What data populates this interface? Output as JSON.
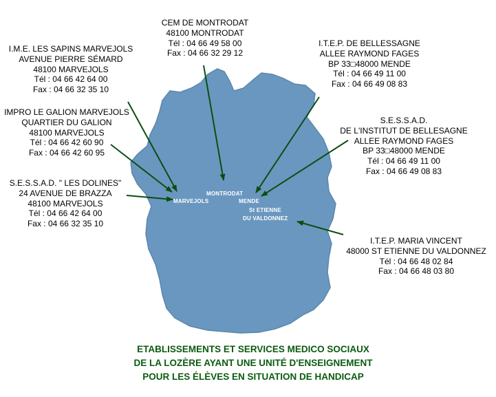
{
  "colors": {
    "map_fill": "#6a97bf",
    "map_stroke": "#5a87ad",
    "arrow": "#0b4d12",
    "title": "#0b5a10",
    "town_label": "#ffffff"
  },
  "towns": {
    "marvejols": "MARVEJOLS",
    "montrodat": "MONTRODAT",
    "mende": "MENDE",
    "st_etienne_1": "St ETIENNE",
    "st_etienne_2": "DU VALDONNEZ"
  },
  "establishments": {
    "cem_montrodat": [
      "CEM DE MONTRODAT",
      "48100 MONTRODAT",
      "Tél : 04 66 49 58 00",
      "Fax : 04 66 32 29 12"
    ],
    "ime_sapins": [
      "I.M.E. LES SAPINS MARVEJOLS",
      "AVENUE PIERRE SÉMARD",
      "48100 MARVEJOLS",
      "Tél : 04 66 42 64 00",
      "Fax : 04 66 32 35 10"
    ],
    "impro_galion": [
      "IMPRO LE GALION MARVEJOLS",
      "QUARTIER DU GALION",
      "48100 MARVEJOLS",
      "Tél : 04 66 42 60 90",
      "Fax : 04 66 42 60 95"
    ],
    "sessad_dolines": [
      "S.E.S.S.A.D. \" LES DOLINES\"",
      "24 AVENUE DE BRAZZA",
      "48100 MARVEJOLS",
      "Tél : 04 66 42 64 00",
      "Fax : 04 66 32 35 10"
    ],
    "itep_bellessagne": [
      "I.T.E.P. DE BELLESSAGNE",
      "ALLEE RAYMOND FAGES",
      "BP 33□48000 MENDE",
      "Tél : 04 66 49 11 00",
      "Fax : 04 66 49 08 83"
    ],
    "sessad_bellesagne": [
      "S.E.S.S.A.D.",
      "DE L'INSTITUT DE BELLESAGNE",
      "ALLEE RAYMOND FAGES",
      "BP 33□48000 MENDE",
      "Tél : 04 66 49 11 00",
      "Fax : 04 66 49 08 83"
    ],
    "itep_maria_vincent": [
      "I.T.E.P. MARIA VINCENT",
      "48000 ST ETIENNE DU VALDONNEZ",
      "Tél : 04 66 48 02 84",
      "Fax : 04 66 48 03 80"
    ]
  },
  "title_lines": [
    "ETABLISSEMENTS ET SERVICES MEDICO SOCIAUX",
    "DE LA LOZÈRE AYANT UNE UNITÉ D'ENSEIGNEMENT",
    "POUR LES ÉLÈVES EN SITUATION DE HANDICAP"
  ]
}
